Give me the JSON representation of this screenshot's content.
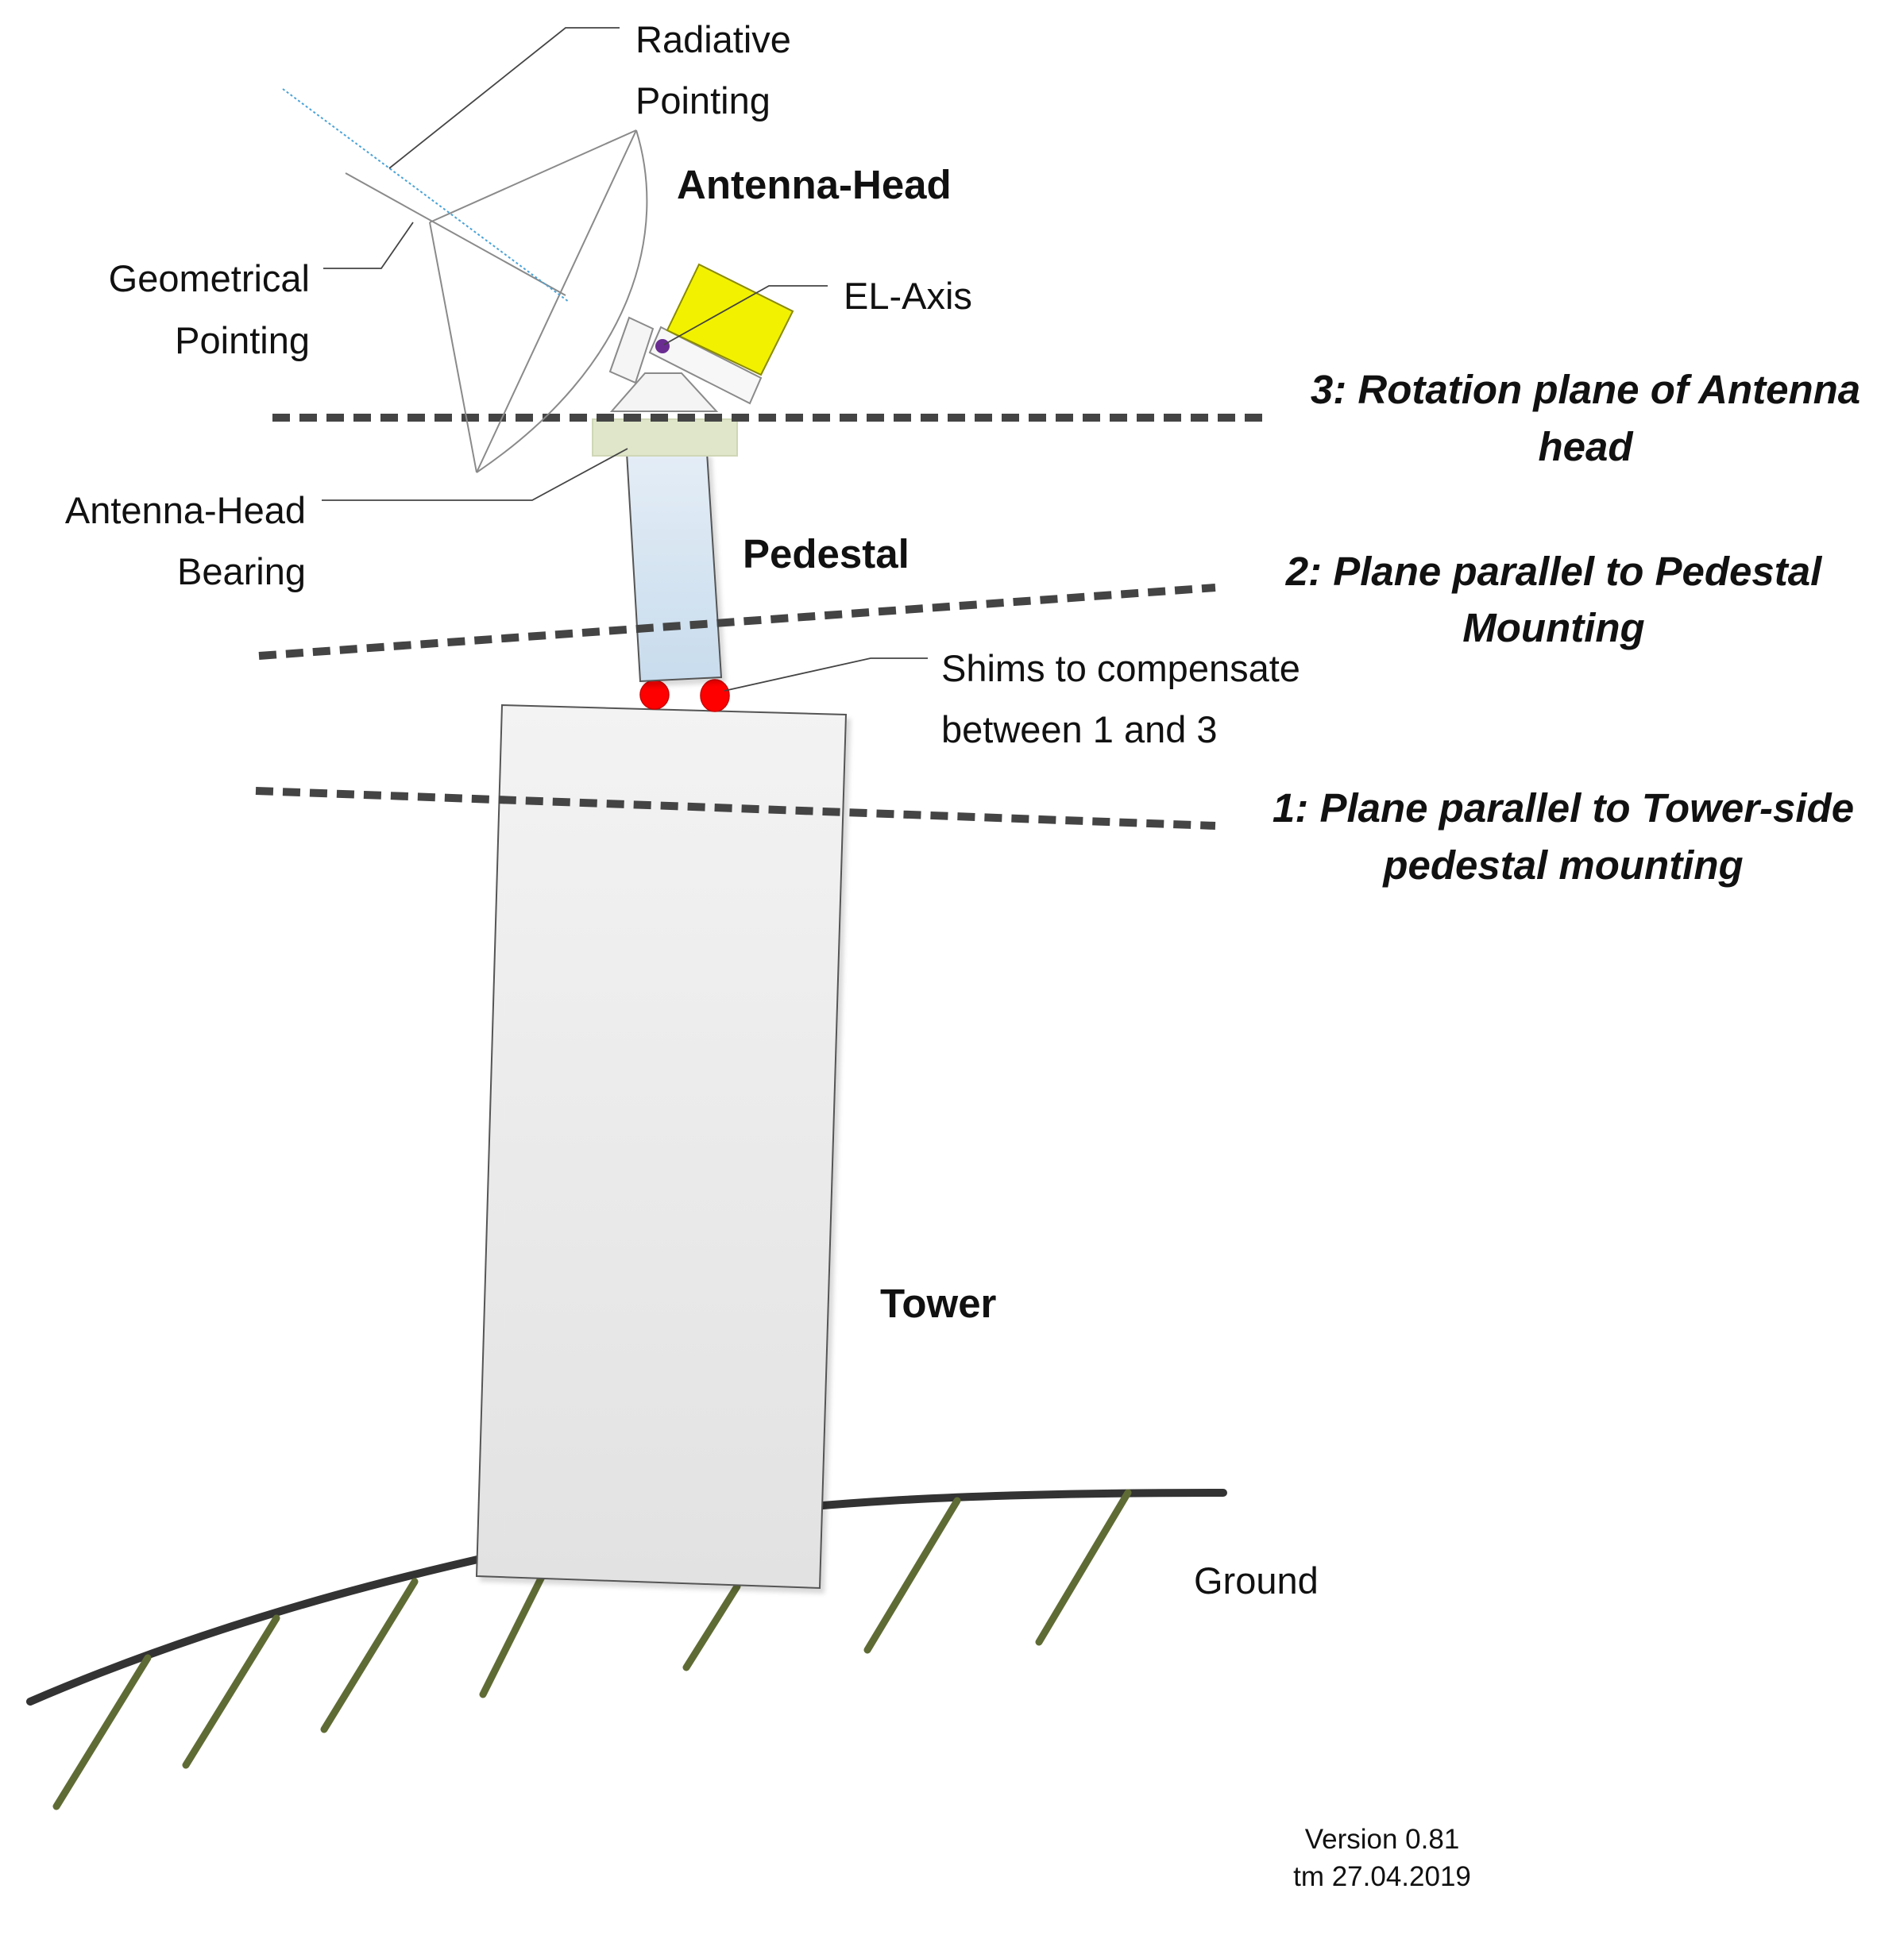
{
  "labels": {
    "radiative_pointing": [
      "Radiative",
      "Pointing"
    ],
    "geometrical_pointing": [
      "Geometrical",
      "Pointing"
    ],
    "antenna_head": "Antenna-Head",
    "el_axis": "EL-Axis",
    "antenna_head_bearing": [
      "Antenna-Head",
      "Bearing"
    ],
    "pedestal": "Pedestal",
    "shims": [
      "Shims to compensate",
      "between 1 and 3"
    ],
    "tower": "Tower",
    "ground": "Ground"
  },
  "planes": {
    "plane_3": [
      "3: Rotation plane of Antenna",
      "head"
    ],
    "plane_2": [
      "2: Plane parallel to Pedestal",
      "Mounting"
    ],
    "plane_1": [
      "1: Plane parallel to Tower-side",
      "pedestal mounting"
    ]
  },
  "version": {
    "line1": "Version 0.81",
    "line2": "tm 27.04.2019"
  },
  "colors": {
    "dish_outline": "#8a8a8a",
    "radiative_ray": "#4aa3d8",
    "el_box": "#f2f200",
    "el_axis_dot": "#6a2c91",
    "bearing_plate": "#dfe6c9",
    "pedestal_fill": "#cfe0ee",
    "shims": "#ff0000",
    "tower_fill": "#ececec",
    "dashed_planes": "#444444",
    "ground_line": "#333333",
    "ground_hatch": "#5f6b34"
  }
}
